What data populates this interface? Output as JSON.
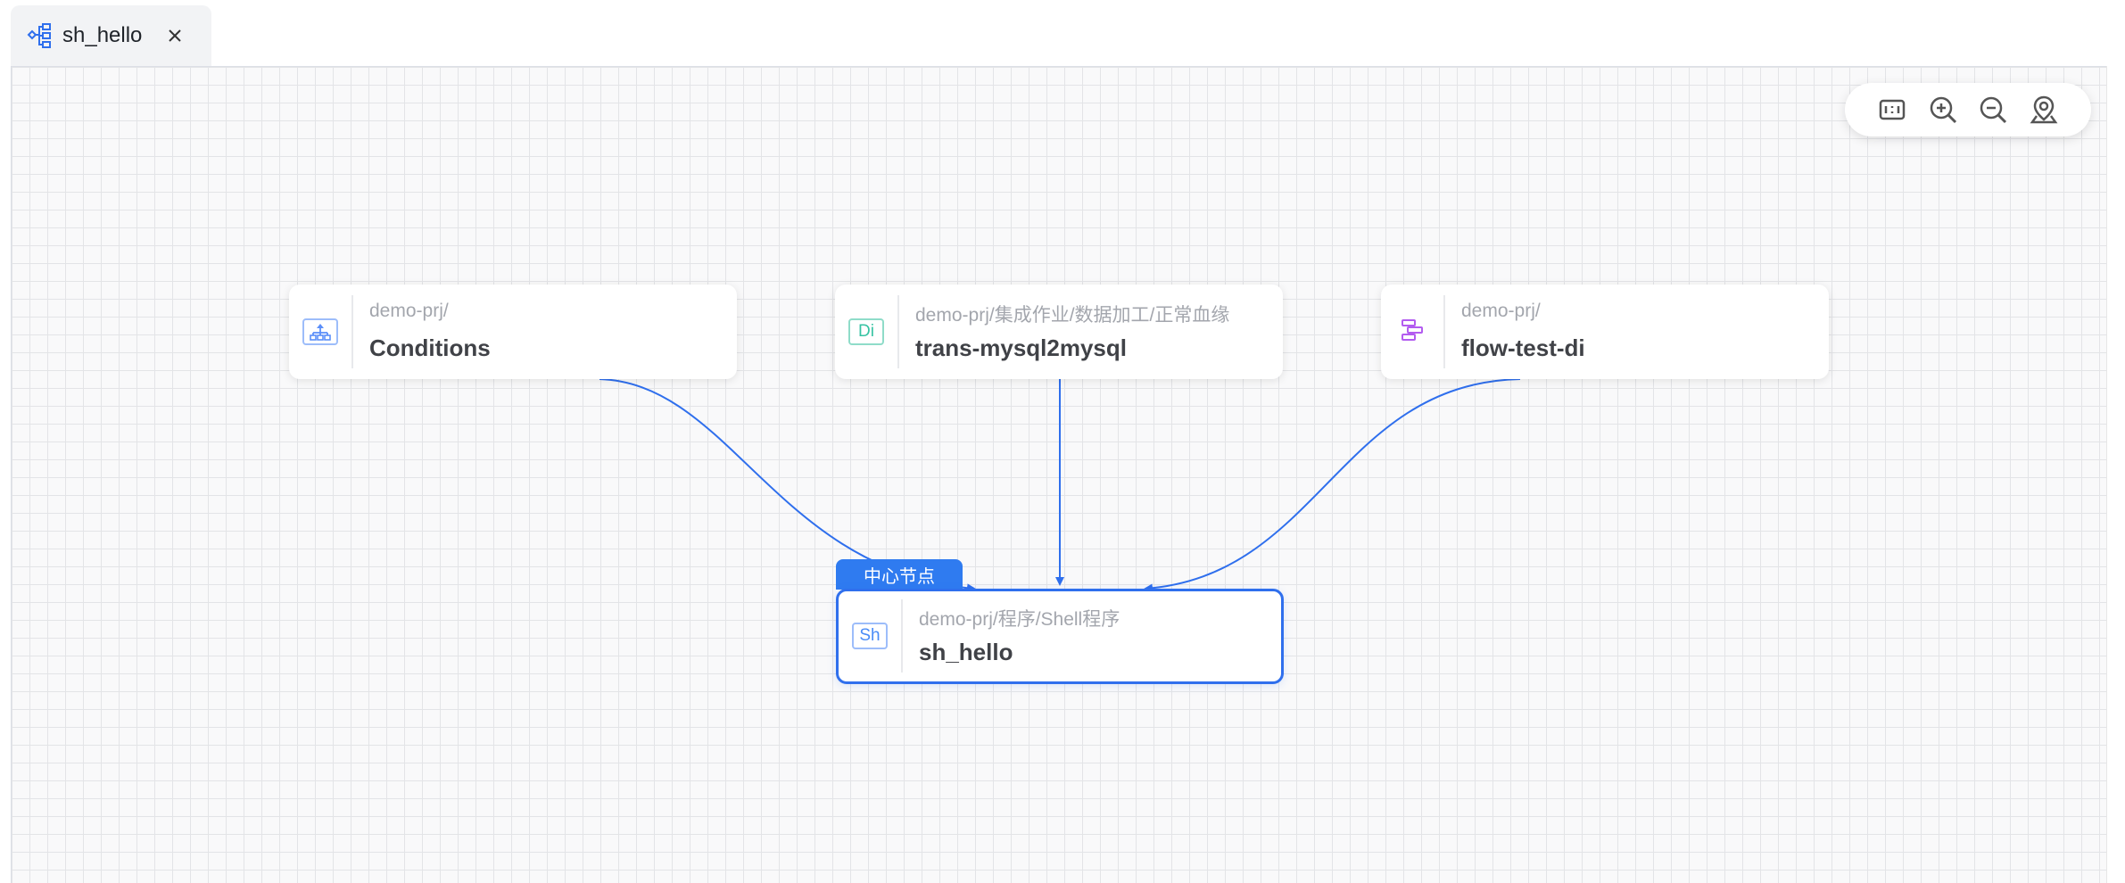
{
  "tab": {
    "title": "sh_hello",
    "icon": "lineage-tree-icon",
    "close_icon": "close-icon"
  },
  "toolbar": {
    "buttons": [
      {
        "name": "fit-view",
        "icon": "fit-view-icon"
      },
      {
        "name": "zoom-in",
        "icon": "zoom-in-icon"
      },
      {
        "name": "zoom-out",
        "icon": "zoom-out-icon"
      },
      {
        "name": "locate",
        "icon": "locate-icon"
      }
    ]
  },
  "graph": {
    "upstream_nodes": [
      {
        "path": "demo-prj/",
        "name": "Conditions",
        "icon": "conditions-icon",
        "icon_color": "#5b8ff9"
      },
      {
        "path": "demo-prj/集成作业/数据加工/正常血缘",
        "name": "trans-mysql2mysql",
        "type_badge": "Di",
        "icon_color": "#36c3a3"
      },
      {
        "path": "demo-prj/",
        "name": "flow-test-di",
        "icon": "workflow-icon",
        "icon_color": "#b35cf0"
      }
    ],
    "center_node": {
      "tag": "中心节点",
      "path": "demo-prj/程序/Shell程序",
      "name": "sh_hello",
      "type_badge": "Sh",
      "icon_color": "#4a8cf7"
    },
    "edge_color": "#2f6fed",
    "center_border_color": "#2f6fed"
  }
}
